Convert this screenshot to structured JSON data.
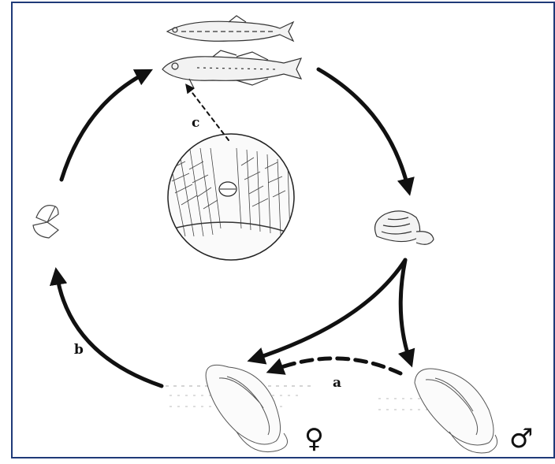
{
  "labels": {
    "a": "a",
    "b": "b",
    "c": "c"
  },
  "symbols": {
    "female": "♀",
    "male": "♂"
  },
  "colors": {
    "frame": "#1f3a78",
    "ink": "#111111"
  }
}
